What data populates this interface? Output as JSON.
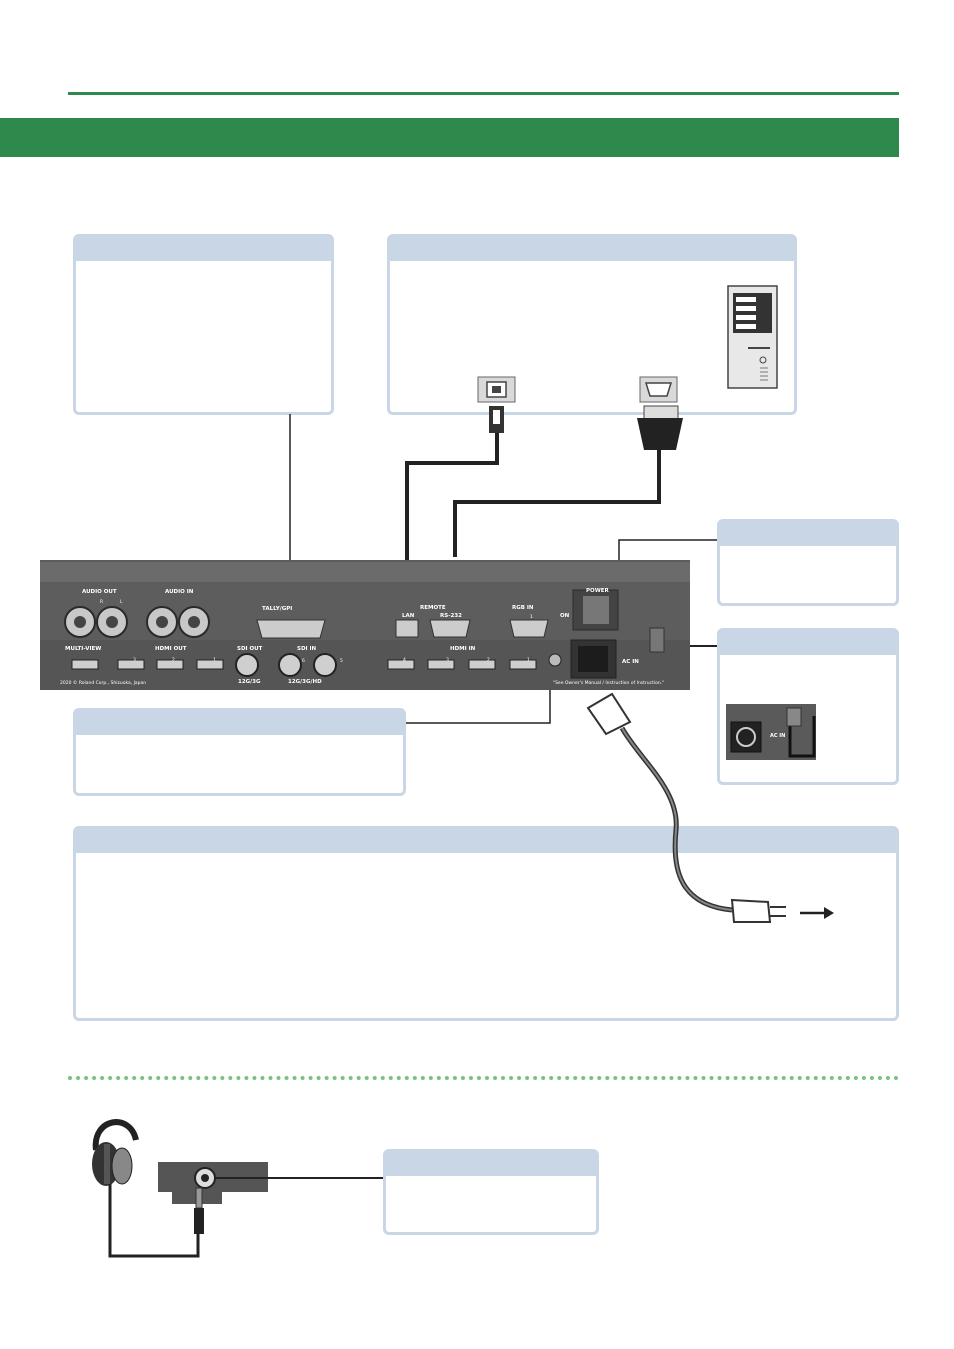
{
  "panel": {
    "audio_out": "AUDIO OUT",
    "audio_in": "AUDIO IN",
    "multi_view": "MULTI-VIEW",
    "hdmi_out": "HDMI OUT",
    "tally_gpi": "TALLY/GPI",
    "sdi_out": "SDI OUT",
    "sdi_in": "SDI IN",
    "remote": "REMOTE",
    "lan": "LAN",
    "rs232": "RS-232",
    "rgb_in": "RGB IN",
    "hdmi_in": "HDMI IN",
    "power": "POWER",
    "ac_in": "AC IN",
    "on": "ON",
    "sdi_sub1": "12G/3G",
    "sdi_sub2": "12G/3G/HD",
    "footer_left": "2020 © Roland Corp., Shizuoka, Japan",
    "footer_mid": "\"See Owner's Manual / Instruction of Instruction.\"",
    "num1": "1",
    "num2": "2",
    "num3": "3",
    "num4": "4",
    "num5": "5",
    "num6": "6",
    "lr_r": "R",
    "lr_l": "L"
  },
  "inset": {
    "ac_in": "AC IN"
  },
  "colors": {
    "accent": "#2e8a4c",
    "box": "#c9d6e6",
    "panel": "#5a5a5a"
  }
}
